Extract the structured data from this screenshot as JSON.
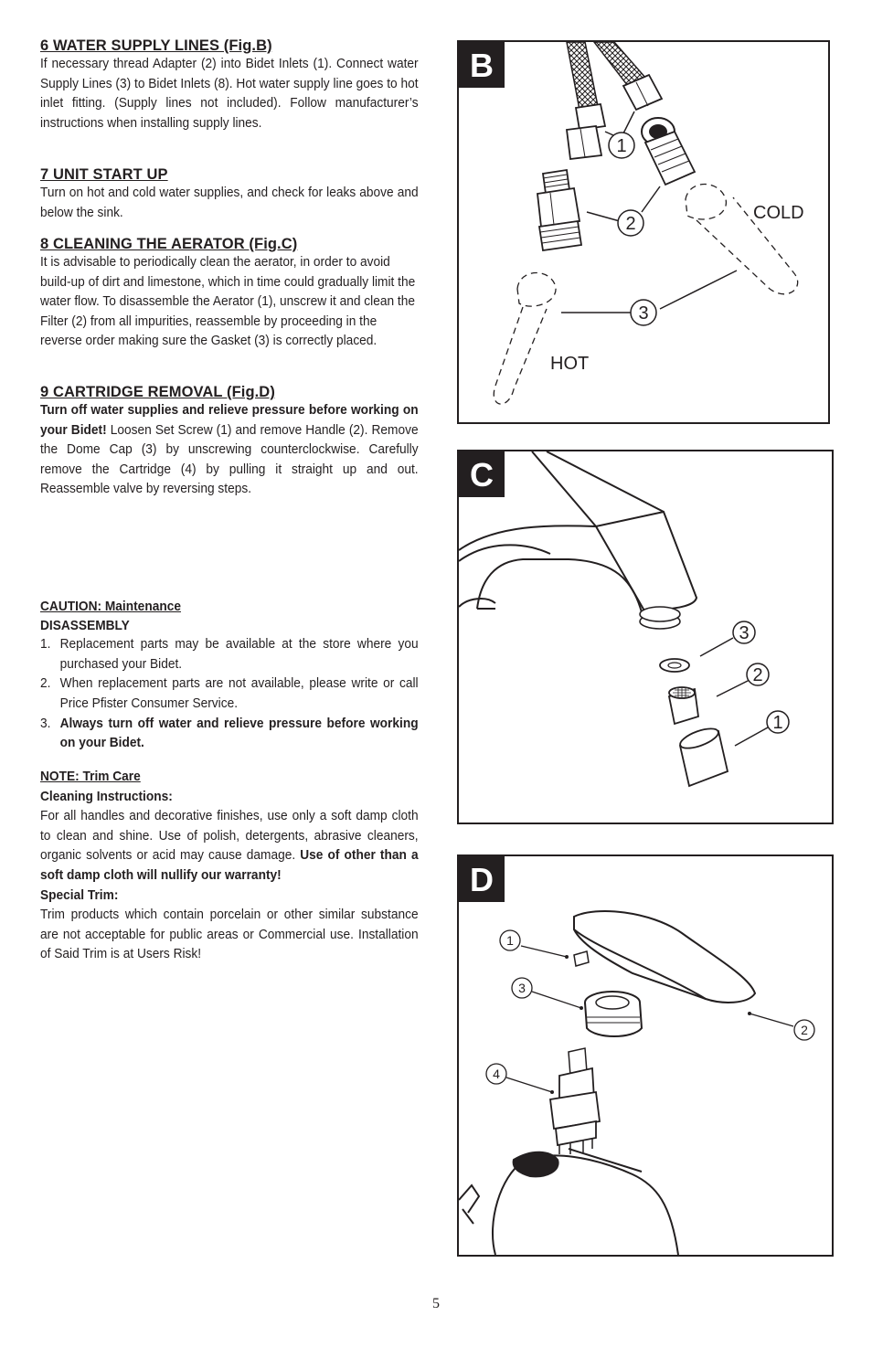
{
  "sections": [
    {
      "heading": "6  WATER SUPPLY LINES (Fig.B)",
      "body": "If necessary thread Adapter (2) into Bidet Inlets (1). Connect water Supply Lines (3) to Bidet Inlets (8).  Hot water supply line goes to hot inlet fitting.  (Supply lines not included). Follow manufacturer’s instructions when installing supply lines."
    },
    {
      "heading": "7  UNIT START UP",
      "body": "Turn on hot and cold water supplies, and check for leaks above and below the sink."
    },
    {
      "heading": "8  CLEANING THE AERATOR (Fig.C)",
      "body": "It is advisable to periodically clean the aerator, in order to avoid build-up of dirt and limestone, which in time could gradually limit the water flow. To disassemble the Aerator (1), unscrew it and clean the Filter (2) from all impurities, reassemble by proceeding in the reverse order making sure the Gasket (3) is correctly placed."
    },
    {
      "heading": "9  CARTRIDGE REMOVAL (Fig.D)",
      "body_bold": "Turn off water supplies and relieve pressure before working on your Bidet!",
      "body": " Loosen Set Screw (1) and remove Handle (2).  Remove the Dome Cap (3) by unscrewing counterclockwise.  Carefully remove the Cartridge (4) by pulling it straight up and out.  Reassemble valve by reversing steps."
    }
  ],
  "caution": {
    "title": "CAUTION:  Maintenance",
    "subtitle": "DISASSEMBLY",
    "items": [
      {
        "num": "1.",
        "text": "Replacement parts may be available at the store where you purchased your Bidet."
      },
      {
        "num": "2.",
        "text": "When replacement parts are not available, please write or call Price Pfister Consumer Service."
      },
      {
        "num": "3.",
        "text": "Always turn off water and relieve pressure before working on your Bidet."
      }
    ]
  },
  "note": {
    "title": "NOTE:  Trim Care",
    "cleaning_title": "Cleaning Instructions:",
    "cleaning_body": "For all handles and decorative finishes, use only a soft damp cloth to clean and shine. Use of polish, detergents, abrasive cleaners, organic solvents or acid may cause damage. ",
    "cleaning_bold": "Use of other than a soft damp cloth will nullify our warranty!",
    "special_title": "Special Trim:",
    "special_body": "Trim products which contain porcelain or other similar substance are not acceptable for public areas or Commercial use. Installation of Said Trim is at Users Risk!"
  },
  "figures": {
    "b": {
      "letter": "B",
      "callouts": [
        "1",
        "2",
        "3"
      ],
      "cold": "COLD",
      "hot": "HOT"
    },
    "c": {
      "letter": "C",
      "callouts": [
        "3",
        "2",
        "1"
      ]
    },
    "d": {
      "letter": "D",
      "callouts": [
        "1",
        "3",
        "2",
        "4"
      ]
    }
  },
  "page_number": "5"
}
